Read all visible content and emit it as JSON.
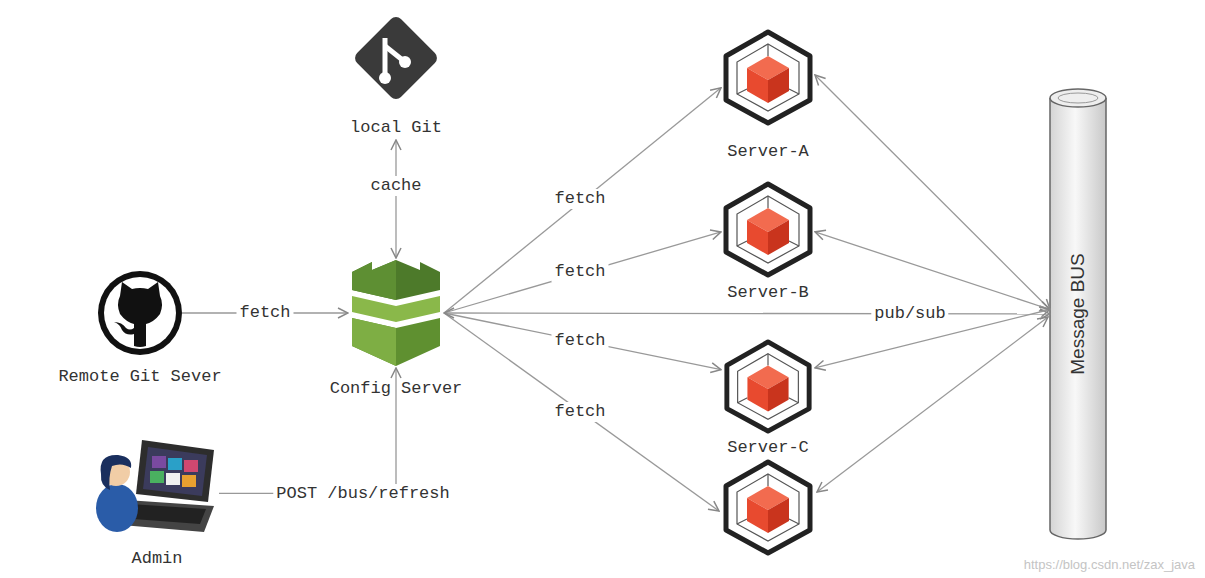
{
  "diagram": {
    "nodes": [
      {
        "text": [
          "local Git"
        ]
      },
      {
        "text": [
          "Remote Git Sever"
        ]
      },
      {
        "text": [
          "Config Server"
        ]
      },
      {
        "text": [
          "Admin"
        ]
      },
      {
        "text": [
          "Server-A"
        ]
      },
      {
        "text": [
          "Server-B"
        ]
      },
      {
        "text": [
          "Server-C"
        ]
      },
      {
        "text": [
          "Message BUS"
        ]
      }
    ],
    "edges": [
      {
        "from": 1,
        "to": 2,
        "label": "fetch",
        "arrow": "to"
      },
      {
        "from": 2,
        "to": 0,
        "label": "cache",
        "arrow": "both"
      },
      {
        "from": 3,
        "to": 2,
        "label": "POST /bus/refresh",
        "arrow": "to"
      },
      {
        "from": 2,
        "to": 4,
        "label": "fetch",
        "arrow": "to"
      },
      {
        "from": 2,
        "to": 5,
        "label": "fetch",
        "arrow": "to"
      },
      {
        "from": 2,
        "to": 6,
        "label": "fetch",
        "arrow": "to"
      },
      {
        "from": 2,
        "to": 7,
        "label": "pub/sub",
        "arrow": "both"
      },
      {
        "from": 4,
        "to": 7,
        "arrow": "both"
      },
      {
        "from": 5,
        "to": 7,
        "arrow": "both"
      },
      {
        "from": 6,
        "to": 7,
        "arrow": "both"
      }
    ],
    "labels": [
      "fetch",
      "https://blog.csdn.net/zax_java"
    ]
  }
}
